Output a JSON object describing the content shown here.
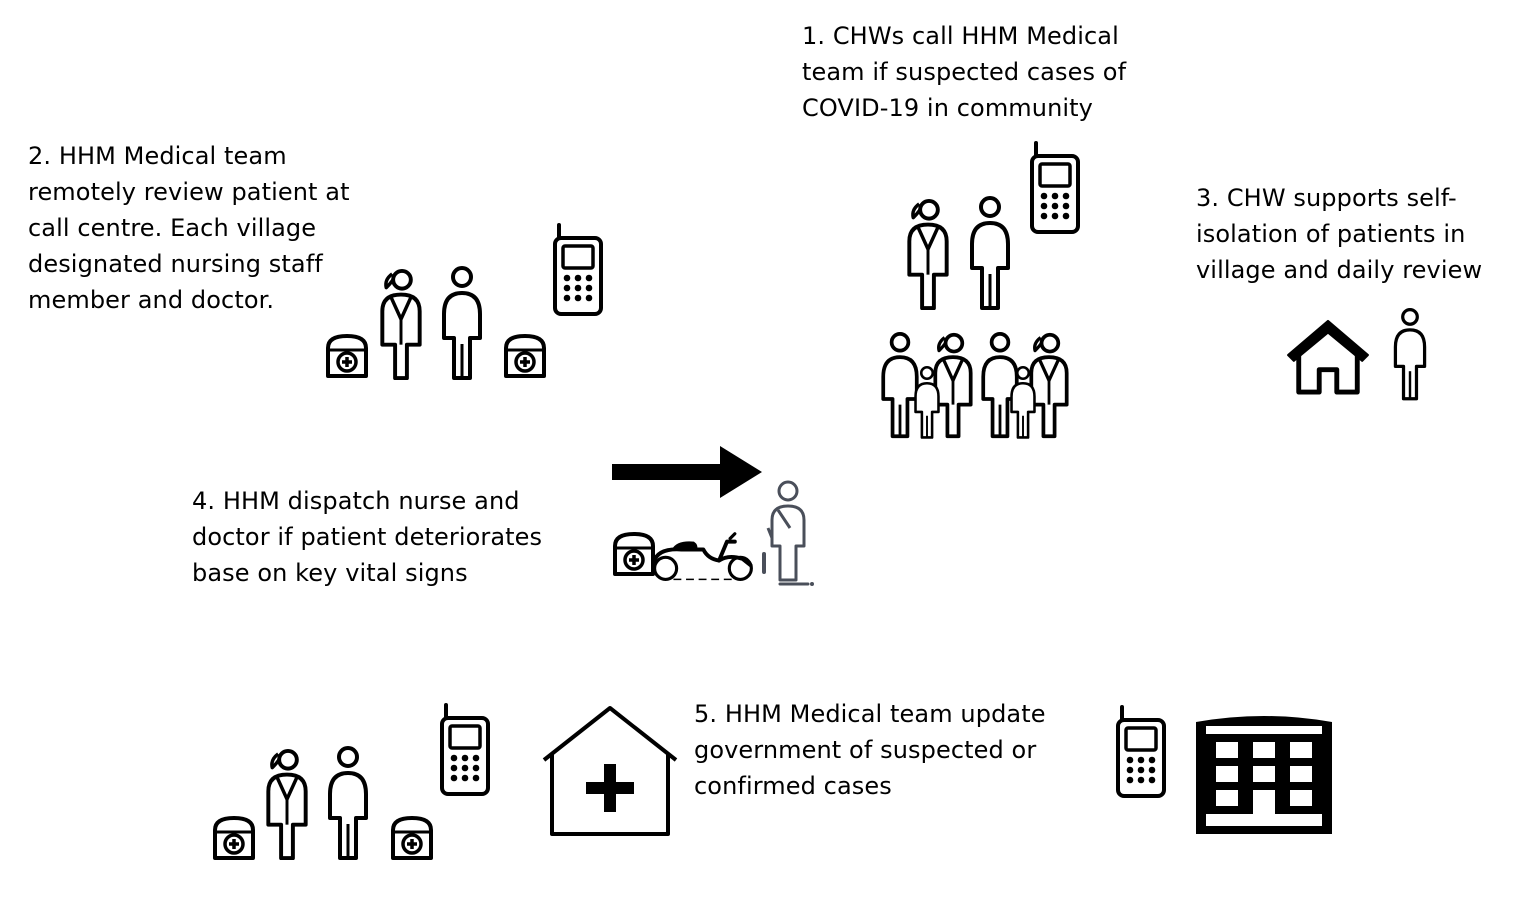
{
  "steps": {
    "s1": {
      "lines": [
        "1. CHWs call HHM Medical",
        "team if suspected cases of",
        "COVID-19 in community"
      ]
    },
    "s2": {
      "lines": [
        "2. HHM Medical team",
        "remotely review patient at",
        "call centre. Each village",
        "designated nursing staff",
        "member and doctor."
      ]
    },
    "s3": {
      "lines": [
        "3. CHW supports self-",
        "isolation of patients  in",
        "village and daily review"
      ]
    },
    "s4": {
      "lines": [
        "4. HHM dispatch nurse and",
        "doctor if patient deteriorates",
        "base on key vital signs"
      ]
    },
    "s5": {
      "lines": [
        "5. HHM Medical team update",
        "government of suspected or",
        "confirmed cases"
      ]
    }
  },
  "icons": {
    "phone": "mobile-phone-icon",
    "nurse": "female-nurse-icon",
    "doctor": "doctor-icon",
    "medkit": "medical-kit-icon",
    "family": "family-group-icon",
    "house": "house-icon",
    "person": "person-icon",
    "arrow": "right-arrow-icon",
    "scooter": "scooter-icon",
    "clinic": "clinic-plus-icon",
    "government": "government-building-icon"
  },
  "colors": {
    "ink": "#000000",
    "gray": "#4a4f5a"
  }
}
